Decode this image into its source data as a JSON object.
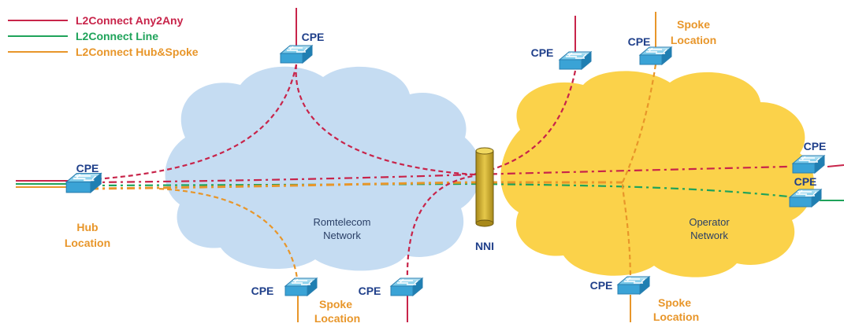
{
  "colors": {
    "any2any": "#c8244a",
    "line": "#1fa35a",
    "hubspoke": "#e8962a",
    "cloud_left": "#c5dcf2",
    "cloud_right": "#fbd24a",
    "cpe_text": "#1f3f8a",
    "location_text": "#e8962a",
    "network_text": "#2a3f66"
  },
  "legend": {
    "any2any": "L2Connect Any2Any",
    "line": "L2Connect Line",
    "hubspoke": "L2Connect Hub&Spoke"
  },
  "clouds": {
    "left": {
      "line1": "Romtelecom",
      "line2": "Network"
    },
    "right": {
      "line1": "Operator",
      "line2": "Network"
    }
  },
  "nni_label": "NNI",
  "cpe_label": "CPE",
  "hub": {
    "line1": "Hub",
    "line2": "Location"
  },
  "spoke": {
    "line1": "Spoke",
    "line2": "Location"
  },
  "icons": {
    "cpe": "switch-icon",
    "nni": "cylinder-icon"
  }
}
